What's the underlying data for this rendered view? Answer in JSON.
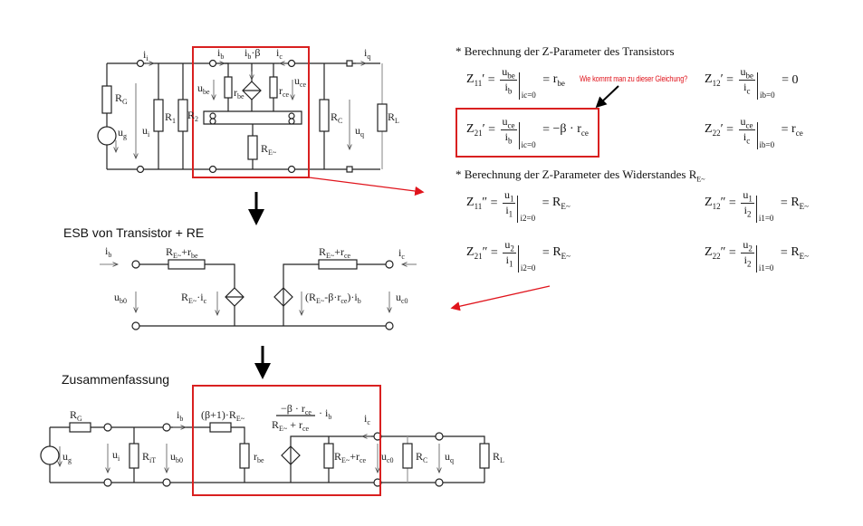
{
  "colors": {
    "highlight": "#d92020",
    "note": "#e0141c",
    "wire": "#222222"
  },
  "top_circuit": {
    "labels": {
      "ii": [
        "i",
        "i"
      ],
      "RG": [
        "R",
        "G"
      ],
      "ug": [
        "u",
        "g"
      ],
      "ui": [
        "u",
        "i"
      ],
      "R1": [
        "R",
        "1"
      ],
      "R2": [
        "R",
        "2"
      ],
      "ib": [
        "i",
        "b"
      ],
      "ibbeta": [
        "i",
        "b",
        "·β"
      ],
      "ic": [
        "i",
        "c"
      ],
      "ube": [
        "u",
        "be"
      ],
      "rbe": [
        "r",
        "be"
      ],
      "rce": [
        "r",
        "ce"
      ],
      "uce": [
        "u",
        "ce"
      ],
      "RE": [
        "R",
        "E~"
      ],
      "RC": [
        "R",
        "C"
      ],
      "uq": [
        "u",
        "q"
      ],
      "iq": [
        "i",
        "q"
      ],
      "RL": [
        "R",
        "L"
      ]
    }
  },
  "esb": {
    "title": "ESB von Transistor + RE",
    "labels": {
      "ib": [
        "i",
        "b"
      ],
      "ic": [
        "i",
        "c"
      ],
      "R_in": [
        "R",
        "E~",
        "+r",
        "be"
      ],
      "R_out": [
        "R",
        "E~",
        "+r",
        "ce"
      ],
      "ub0": [
        "u",
        "b0"
      ],
      "uc0": [
        "u",
        "c0"
      ],
      "src1": [
        "R",
        "E~",
        "·i",
        "c"
      ],
      "src2": [
        "(R",
        "E~",
        "-β·r",
        "ce",
        ")·i",
        "b"
      ]
    }
  },
  "summary": {
    "title": "Zusammenfassung",
    "labels": {
      "RG": [
        "R",
        "G"
      ],
      "ug": [
        "u",
        "g"
      ],
      "ui": [
        "u",
        "i"
      ],
      "RiT": [
        "R",
        "iT"
      ],
      "ub0": [
        "u",
        "b0"
      ],
      "ib": [
        "i",
        "b"
      ],
      "Rb": [
        "(β+1)·R",
        "E~"
      ],
      "rbe": [
        "r",
        "be"
      ],
      "num": [
        "−β · r",
        "ce"
      ],
      "den": [
        "R",
        "E~",
        " + r",
        "ce"
      ],
      "mult": [
        "· i",
        "b"
      ],
      "ic": [
        "i",
        "c"
      ],
      "Rce": [
        "R",
        "E~",
        "+r",
        "ce"
      ],
      "uc0": [
        "u",
        "c0"
      ],
      "RC": [
        "R",
        "C"
      ],
      "uq": [
        "u",
        "q"
      ],
      "RL": [
        "R",
        "L"
      ]
    }
  },
  "equations": {
    "header1": "*   Berechnung der Z-Parameter des Transistors",
    "header2": [
      "*   Berechnung der Z-Parameter des Widerstandes R",
      "E~"
    ],
    "note": "Wie kommt man zu dieser Gleichung?",
    "transistor": [
      {
        "lhs": [
          "Z",
          "11",
          "′"
        ],
        "num": [
          "u",
          "be"
        ],
        "den": [
          "i",
          "b"
        ],
        "cond": [
          "i",
          "c",
          "=0"
        ],
        "rhs": [
          "r",
          "be"
        ]
      },
      {
        "lhs": [
          "Z",
          "12",
          "′"
        ],
        "num": [
          "u",
          "be"
        ],
        "den": [
          "i",
          "c"
        ],
        "cond": [
          "i",
          "b",
          "=0"
        ],
        "rhs": [
          "0"
        ]
      },
      {
        "lhs": [
          "Z",
          "21",
          "′"
        ],
        "num": [
          "u",
          "ce"
        ],
        "den": [
          "i",
          "b"
        ],
        "cond": [
          "i",
          "c",
          "=0"
        ],
        "rhs": [
          "−β · r",
          "ce"
        ]
      },
      {
        "lhs": [
          "Z",
          "22",
          "′"
        ],
        "num": [
          "u",
          "ce"
        ],
        "den": [
          "i",
          "c"
        ],
        "cond": [
          "i",
          "b",
          "=0"
        ],
        "rhs": [
          "r",
          "ce"
        ]
      }
    ],
    "resistor": [
      {
        "lhs": [
          "Z",
          "11",
          "″"
        ],
        "num": [
          "u",
          "1"
        ],
        "den": [
          "i",
          "1"
        ],
        "cond": [
          "i",
          "2",
          "=0"
        ],
        "rhs": [
          "R",
          "E~"
        ]
      },
      {
        "lhs": [
          "Z",
          "12",
          "″"
        ],
        "num": [
          "u",
          "1"
        ],
        "den": [
          "i",
          "2"
        ],
        "cond": [
          "i",
          "1",
          "=0"
        ],
        "rhs": [
          "R",
          "E~"
        ]
      },
      {
        "lhs": [
          "Z",
          "21",
          "″"
        ],
        "num": [
          "u",
          "2"
        ],
        "den": [
          "i",
          "1"
        ],
        "cond": [
          "i",
          "2",
          "=0"
        ],
        "rhs": [
          "R",
          "E~"
        ]
      },
      {
        "lhs": [
          "Z",
          "22",
          "″"
        ],
        "num": [
          "u",
          "2"
        ],
        "den": [
          "i",
          "2"
        ],
        "cond": [
          "i",
          "1",
          "=0"
        ],
        "rhs": [
          "R",
          "E~"
        ]
      }
    ]
  }
}
